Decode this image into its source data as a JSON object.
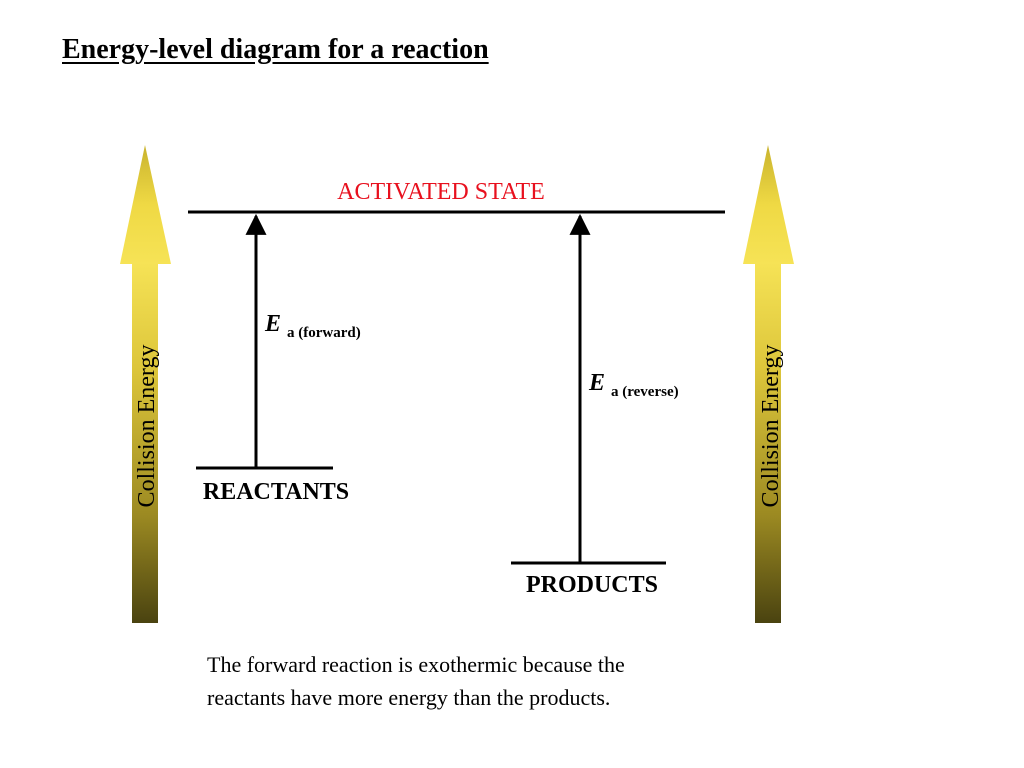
{
  "title": "Energy-level diagram for a reaction",
  "levels": {
    "activated": "ACTIVATED STATE",
    "reactants": "REACTANTS",
    "products": "PRODUCTS"
  },
  "ea_forward": {
    "symbol": "E",
    "subscript": "a (forward)"
  },
  "ea_reverse": {
    "symbol": "E",
    "subscript": "a (reverse)"
  },
  "axis_label": "Collision Energy",
  "caption": {
    "line1": "The forward reaction is exothermic because the",
    "line2": "reactants have more energy than the products."
  },
  "colors": {
    "activated_state_text": "#e8101e",
    "arrow_light": "#f4e04e",
    "arrow_dark": "#4a4310",
    "line": "#000000"
  }
}
